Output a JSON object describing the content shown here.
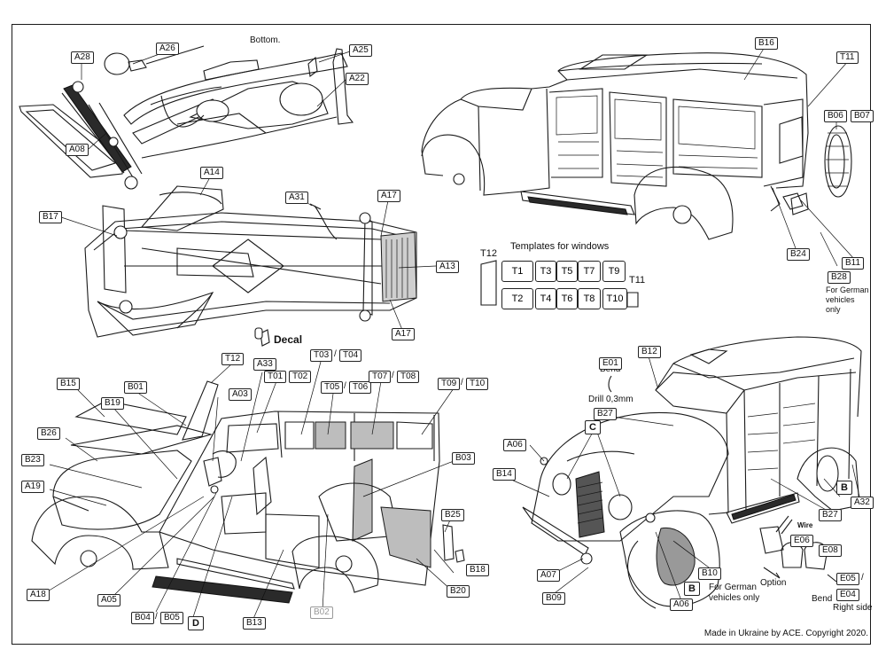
{
  "header": {
    "bottom_label": "Bottom.",
    "decal_label": "Decal"
  },
  "templates": {
    "title": "Templates for windows",
    "left_label": "T12",
    "right_label": "T11",
    "top_row": [
      "T1",
      "T3",
      "T5",
      "T7",
      "T9"
    ],
    "bottom_row": [
      "T2",
      "T4",
      "T6",
      "T8",
      "T10"
    ]
  },
  "callouts": {
    "a28": "A28",
    "a26": "A26",
    "a25": "A25",
    "a22": "A22",
    "a08": "A08",
    "b16": "B16",
    "t11_top": "T11",
    "b06": "B06",
    "b07": "B07",
    "b24": "B24",
    "b11": "B11",
    "b28": "B28",
    "a14": "A14",
    "a31": "A31",
    "a17_top": "A17",
    "b17": "B17",
    "a13": "A13",
    "a17_bottom": "A17",
    "t12": "T12",
    "a33": "A33",
    "t03": "T03",
    "t04": "T04",
    "t01": "T01",
    "t02": "T02",
    "t05": "T05",
    "t06": "T06",
    "t07": "T07",
    "t08": "T08",
    "t09": "T09",
    "t10": "T10",
    "b15": "B15",
    "b01": "B01",
    "a03": "A03",
    "b19": "B19",
    "b26": "B26",
    "b23": "B23",
    "b03": "B03",
    "a19": "A19",
    "b25": "B25",
    "b18": "B18",
    "b20": "B20",
    "a18": "A18",
    "a05": "A05",
    "b04": "B04",
    "b05": "B05",
    "d": "D",
    "b13": "B13",
    "b02": "B02",
    "e01": "E01",
    "b12": "B12",
    "b27_top": "B27",
    "c": "C",
    "a06_top": "A06",
    "b14": "B14",
    "a07": "A07",
    "b09": "B09",
    "b10": "B10",
    "b_marker_bottom": "B",
    "a06_bottom": "A06",
    "b_marker_right": "B",
    "a32": "A32",
    "b27_right": "B27",
    "e06": "E06",
    "e08": "E08",
    "e05": "E05",
    "e04": "E04"
  },
  "notes": {
    "german_top": "For German vehicles only",
    "bend_top": "Bend",
    "drill": "Drill 0,3mm",
    "wire": "Wire",
    "option": "Option",
    "german_bottom": "For German vehicles only",
    "bend_bottom": "Bend",
    "right_side": "Right side"
  },
  "footer": {
    "copyright": "Made in Ukraine by ACE. Copyright 2020."
  }
}
